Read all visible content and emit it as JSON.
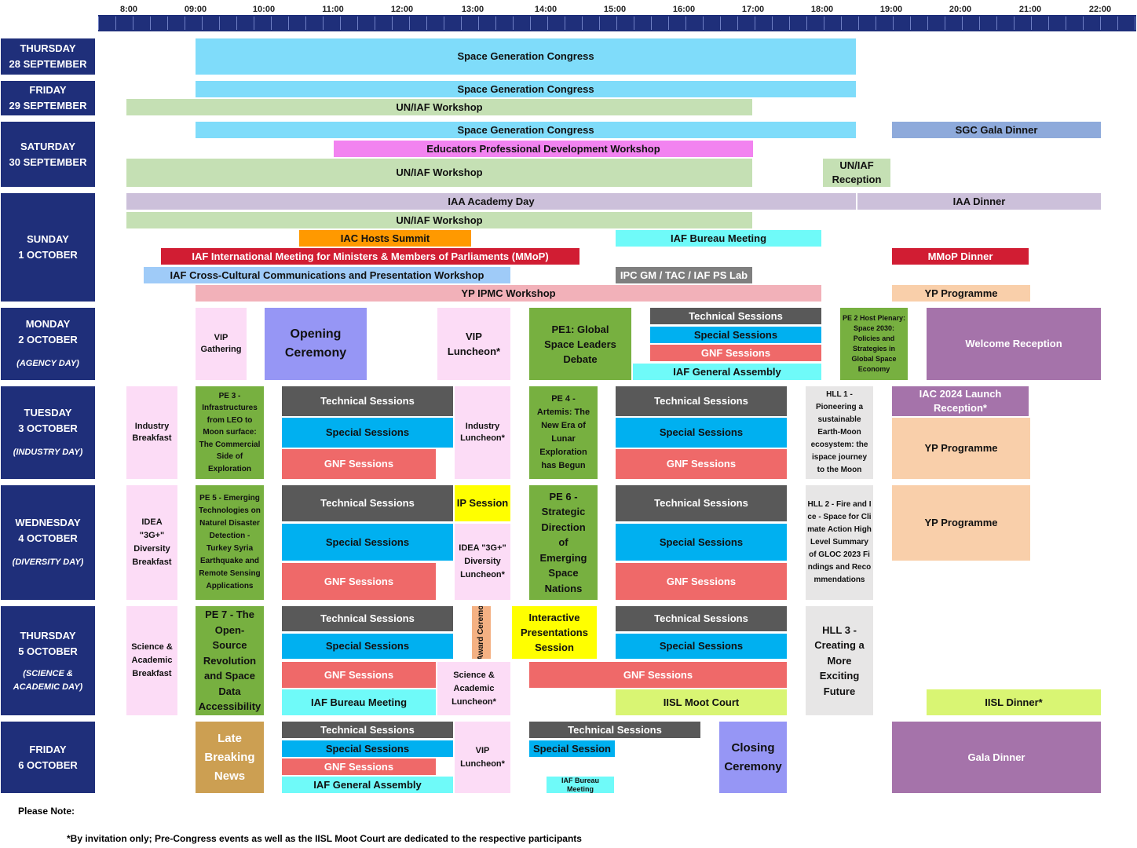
{
  "timeline": {
    "hours": [
      "8:00",
      "09:00",
      "10:00",
      "11:00",
      "12:00",
      "13:00",
      "14:00",
      "15:00",
      "16:00",
      "17:00",
      "18:00",
      "19:00",
      "20:00",
      "21:00",
      "22:00"
    ]
  },
  "colors": {
    "day_header": "#1f2f7a",
    "sgc": "#7fdcfa",
    "un_iaf": "#c5e0b4",
    "technical": "#595959",
    "special": "#00b0f0",
    "gnf": "#ef6969",
    "plenary": "#77b040",
    "pink_light": "#fcdcf6",
    "yp": "#f9cfaa",
    "reception": "#a573aa",
    "ceremony": "#9696f5"
  },
  "days": [
    {
      "line1": "THURSDAY",
      "line2": "28 SEPTEMBER",
      "sub": ""
    },
    {
      "line1": "FRIDAY",
      "line2": "29 SEPTEMBER",
      "sub": ""
    },
    {
      "line1": "SATURDAY",
      "line2": "30 SEPTEMBER",
      "sub": ""
    },
    {
      "line1": "SUNDAY",
      "line2": "1 OCTOBER",
      "sub": ""
    },
    {
      "line1": "MONDAY",
      "line2": "2 OCTOBER",
      "sub": "(AGENCY DAY)"
    },
    {
      "line1": "TUESDAY",
      "line2": "3 OCTOBER",
      "sub": "(INDUSTRY DAY)"
    },
    {
      "line1": "WEDNESDAY",
      "line2": "4 OCTOBER",
      "sub": "(DIVERSITY DAY)"
    },
    {
      "line1": "THURSDAY",
      "line2": "5 OCTOBER",
      "sub": "(SCIENCE & ACADEMIC DAY)"
    },
    {
      "line1": "FRIDAY",
      "line2": "6 OCTOBER",
      "sub": ""
    }
  ],
  "events": [
    {
      "label": "Space Generation Congress",
      "color": "#7fdcfa"
    },
    {
      "label": "Space Generation Congress",
      "color": "#7fdcfa"
    },
    {
      "label": "UN/IAF Workshop",
      "color": "#c5e0b4"
    },
    {
      "label": "Space Generation Congress",
      "color": "#7fdcfa"
    },
    {
      "label": "SGC Gala Dinner",
      "color": "#8eaadb"
    },
    {
      "label": "Educators Professional Development Workshop",
      "color": "#f283f0"
    },
    {
      "label": "UN/IAF Workshop",
      "color": "#c5e0b4"
    },
    {
      "label": "UN/IAF Reception",
      "color": "#c5e0b4"
    },
    {
      "label": "IAA Academy Day",
      "color": "#ccc0da"
    },
    {
      "label": "IAA  Dinner",
      "color": "#ccc0da"
    },
    {
      "label": "UN/IAF Workshop",
      "color": "#c5e0b4"
    },
    {
      "label": "IAC Hosts Summit",
      "color": "#ff9900"
    },
    {
      "label": "IAF Bureau Meeting",
      "color": "#6ffaf9"
    },
    {
      "label": "IAF International Meeting for Ministers & Members of Parliaments (MMoP)",
      "color": "#d11d33"
    },
    {
      "label": "MMoP Dinner",
      "color": "#d11d33"
    },
    {
      "label": "IAF Cross-Cultural Communications and Presentation Workshop",
      "color": "#9fcbf8"
    },
    {
      "label": "IPC GM / TAC / IAF PS Lab",
      "color": "#7f7f7f"
    },
    {
      "label": "YP IPMC Workshop",
      "color": "#f2b1b9"
    },
    {
      "label": "YP Programme",
      "color": "#f9cfaa"
    },
    {
      "label": "VIP Gathering",
      "color": "#fcdcf6"
    },
    {
      "label": "Opening Ceremony",
      "color": "#9696f5"
    },
    {
      "label": "VIP Luncheon*",
      "color": "#fcdcf6"
    },
    {
      "label": "PE1: Global Space Leaders Debate",
      "color": "#77b040"
    },
    {
      "label": "Technical Sessions",
      "color": "#595959"
    },
    {
      "label": "Special Sessions",
      "color": "#00b0f0"
    },
    {
      "label": "GNF Sessions",
      "color": "#ef6969"
    },
    {
      "label": "IAF General Assembly",
      "color": "#6ffaf9"
    },
    {
      "label": "PE 2 Host Plenary: Space 2030: Policies and Strategies in Global Space Economy",
      "color": "#77b040"
    },
    {
      "label": "Welcome Reception",
      "color": "#a573aa"
    },
    {
      "label": "Industry Breakfast",
      "color": "#fcdcf6"
    },
    {
      "label": "PE 3 - Infrastructures from LEO to Moon surface: The Commercial Side of Exploration",
      "color": "#77b040"
    },
    {
      "label": "Technical Sessions",
      "color": "#595959"
    },
    {
      "label": "Special Sessions",
      "color": "#00b0f0"
    },
    {
      "label": "GNF Sessions",
      "color": "#ef6969"
    },
    {
      "label": "Industry Luncheon*",
      "color": "#fcdcf6"
    },
    {
      "label": "PE 4 - Artemis: The New Era of Lunar Exploration has Begun",
      "color": "#77b040"
    },
    {
      "label": "Technical Sessions",
      "color": "#595959"
    },
    {
      "label": "Special Sessions",
      "color": "#00b0f0"
    },
    {
      "label": "GNF Sessions",
      "color": "#ef6969"
    },
    {
      "label": "HLL 1 - Pioneering a sustainable Earth-Moon ecosystem: the ispace journey to the Moon",
      "color": "#e7e6e6"
    },
    {
      "label": "IAC 2024 Launch Reception*",
      "color": "#a573aa"
    },
    {
      "label": "YP Programme",
      "color": "#f9cfaa"
    },
    {
      "label": "IDEA \"3G+\" Diversity Breakfast",
      "color": "#fcdcf6"
    },
    {
      "label": "PE 5 - Emerging Technologies on Naturel Disaster Detection - Turkey Syria Earthquake and Remote Sensing Applications",
      "color": "#77b040"
    },
    {
      "label": "Technical Sessions",
      "color": "#595959"
    },
    {
      "label": "IP Session",
      "color": "#ffff00"
    },
    {
      "label": "Special Sessions",
      "color": "#00b0f0"
    },
    {
      "label": "IDEA \"3G+\" Diversity Luncheon*",
      "color": "#fcdcf6"
    },
    {
      "label": "GNF Sessions",
      "color": "#ef6969"
    },
    {
      "label": "PE 6 - Strategic Direction of Emerging Space Nations",
      "color": "#77b040"
    },
    {
      "label": "Technical Sessions",
      "color": "#595959"
    },
    {
      "label": "Special Sessions",
      "color": "#00b0f0"
    },
    {
      "label": "GNF Sessions",
      "color": "#ef6969"
    },
    {
      "label": "HLL 2 -  Fire and Ice - Space for Climate Action High Level Summary of GLOC 2023 Findings and Recommendations",
      "color": "#e7e6e6"
    },
    {
      "label": "YP Programme",
      "color": "#f9cfaa"
    },
    {
      "label": "Science & Academic Breakfast",
      "color": "#fcdcf6"
    },
    {
      "label": "PE 7 -  The Open-Source Revolution and Space Data Accessibility",
      "color": "#77b040"
    },
    {
      "label": "Technical Sessions",
      "color": "#595959"
    },
    {
      "label": "IP Award Ceremony",
      "color": "#f4b183"
    },
    {
      "label": "Interactive Presentations Session",
      "color": "#ffff00"
    },
    {
      "label": "Technical Sessions",
      "color": "#595959"
    },
    {
      "label": "Special Sessions",
      "color": "#00b0f0"
    },
    {
      "label": "Special Sessions",
      "color": "#00b0f0"
    },
    {
      "label": "GNF Sessions",
      "color": "#ef6969"
    },
    {
      "label": "Science & Academic Luncheon*",
      "color": "#fcdcf6"
    },
    {
      "label": "GNF Sessions",
      "color": "#ef6969"
    },
    {
      "label": "HLL 3 - Creating a More Exciting Future",
      "color": "#e7e6e6"
    },
    {
      "label": "IAF Bureau Meeting",
      "color": "#6ffaf9"
    },
    {
      "label": "IISL  Moot Court",
      "color": "#d9f573"
    },
    {
      "label": "IISL Dinner*",
      "color": "#d9f573"
    },
    {
      "label": "Late Breaking News",
      "color": "#cc9f52"
    },
    {
      "label": "Technical Sessions",
      "color": "#595959"
    },
    {
      "label": "Special Sessions",
      "color": "#00b0f0"
    },
    {
      "label": "GNF Sessions",
      "color": "#ef6969"
    },
    {
      "label": "IAF General Assembly",
      "color": "#6ffaf9"
    },
    {
      "label": "VIP Luncheon*",
      "color": "#fcdcf6"
    },
    {
      "label": "Technical Sessions",
      "color": "#595959"
    },
    {
      "label": "Special Session",
      "color": "#00b0f0"
    },
    {
      "label": "IAF Bureau Meeting",
      "color": "#6ffaf9"
    },
    {
      "label": "Closing Ceremony",
      "color": "#9696f5"
    },
    {
      "label": "Gala Dinner",
      "color": "#a573aa"
    }
  ],
  "notes": {
    "heading": "Please Note:",
    "footnote": "*By invitation only; Pre-Congress events as well as the IISL Moot Court are dedicated to the respective participants"
  }
}
